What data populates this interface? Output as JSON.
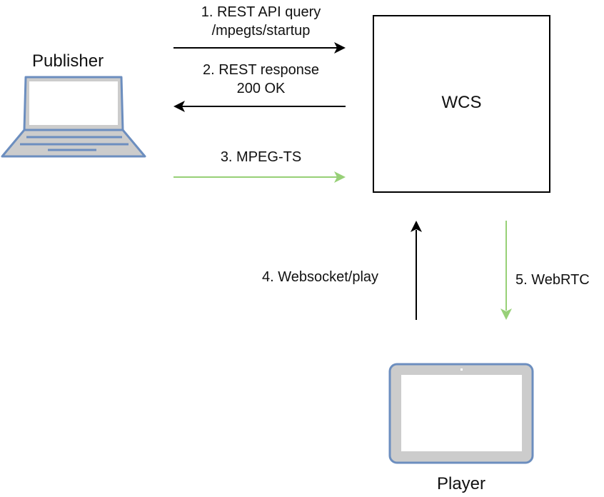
{
  "nodes": {
    "publisher": {
      "label": "Publisher",
      "icon": "laptop-icon"
    },
    "wcs": {
      "label": "WCS"
    },
    "player": {
      "label": "Player",
      "icon": "tablet-icon"
    }
  },
  "edges": [
    {
      "id": "step1",
      "label_line1": "1. REST API query",
      "label_line2": "/mpegts/startup",
      "from": "Publisher",
      "to": "WCS",
      "color": "#000000"
    },
    {
      "id": "step2",
      "label_line1": "2. REST response",
      "label_line2": "200 OK",
      "from": "WCS",
      "to": "Publisher",
      "color": "#000000"
    },
    {
      "id": "step3",
      "label_line1": "3. MPEG-TS",
      "from": "Publisher",
      "to": "WCS",
      "color": "#97d077"
    },
    {
      "id": "step4",
      "label_line1": "4. Websocket/play",
      "from": "Player",
      "to": "WCS",
      "color": "#000000"
    },
    {
      "id": "step5",
      "label_line1": "5. WebRTC",
      "from": "WCS",
      "to": "Player",
      "color": "#97d077"
    }
  ],
  "colors": {
    "device_stroke": "#6c8ebf",
    "device_fill": "#cccccc",
    "screen_fill": "#ffffff",
    "flow_green": "#97d077",
    "flow_black": "#000000"
  }
}
